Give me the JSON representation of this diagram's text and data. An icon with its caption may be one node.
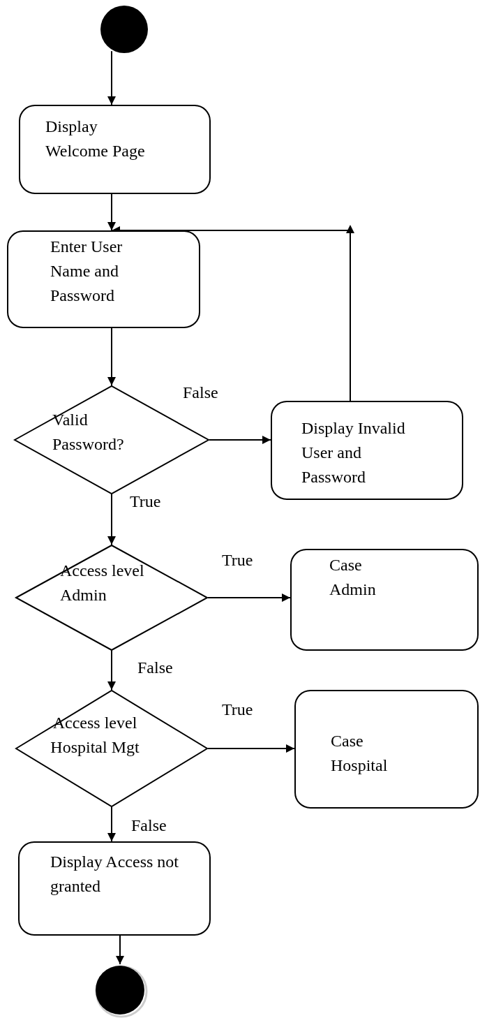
{
  "diagram": {
    "nodes": [
      {
        "text": [],
        "shape": "circle"
      },
      {
        "text": [
          "Display Welcome Page"
        ]
      },
      {
        "text": [
          "Enter User Name and Password"
        ]
      },
      {
        "text": [
          "Valid Password?"
        ]
      },
      {
        "text": [
          "Display Invalid User and Password"
        ]
      },
      {
        "text": [
          "Access level Admin"
        ]
      },
      {
        "text": [
          "Case Admin"
        ]
      },
      {
        "text": [
          "Access level Hospital Mgt"
        ]
      },
      {
        "text": [
          "Case Hospital"
        ]
      },
      {
        "text": [
          "Display Access not granted"
        ]
      },
      {
        "text": [],
        "shape": "circle"
      }
    ],
    "edges": [
      {
        "from": 0,
        "to": 1,
        "arrow": "to"
      },
      {
        "from": 1,
        "to": 2,
        "arrow": "to"
      },
      {
        "from": 2,
        "to": 3,
        "arrow": "to"
      },
      {
        "from": 3,
        "to": 4,
        "arrow": "to",
        "label": "False"
      },
      {
        "from": 4,
        "to": 2,
        "arrow": "to"
      },
      {
        "from": 3,
        "to": 5,
        "arrow": "to",
        "label": "True"
      },
      {
        "from": 5,
        "to": 6,
        "arrow": "to",
        "label": "True"
      },
      {
        "from": 5,
        "to": 7,
        "arrow": "to",
        "label": "False"
      },
      {
        "from": 7,
        "to": 8,
        "arrow": "to",
        "label": "True"
      },
      {
        "from": 7,
        "to": 9,
        "arrow": "to",
        "label": "False"
      },
      {
        "from": 9,
        "to": 10,
        "arrow": "to"
      }
    ]
  }
}
